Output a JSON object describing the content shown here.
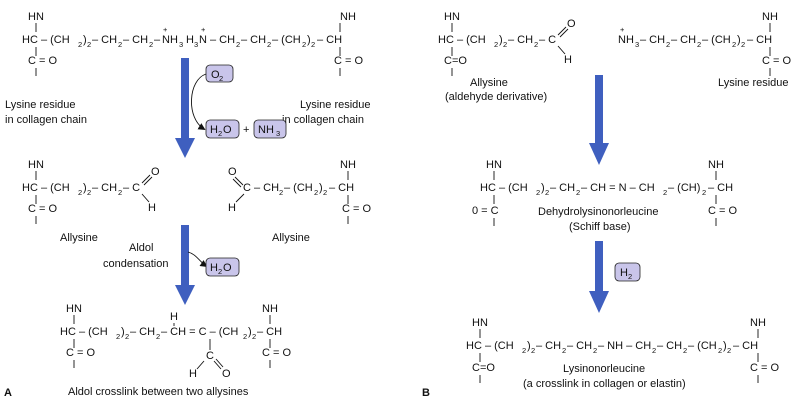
{
  "panel_a": {
    "panel_letter": "A",
    "lysine_label": "Lysine residue",
    "lysine_label_line2": "in collagen chain",
    "reagent_o2": "O",
    "reagent_h2o": "H",
    "reagent_h2o_o": "O",
    "reagent_nh3": "NH",
    "plus": "+",
    "allysine_label": "Allysine",
    "aldol_label_line1": "Aldol",
    "aldol_label_line2": "condensation",
    "product_label": "Aldol crosslink between two allysines"
  },
  "panel_b": {
    "panel_letter": "B",
    "allysine_label": "Allysine",
    "allysine_sub": "(aldehyde derivative)",
    "lysine_label": "Lysine residue",
    "schiff_label": "Dehydrolysinonorleucine",
    "schiff_sub": "(Schiff base)",
    "reagent_h2": "H",
    "final_label": "Lysinonorleucine",
    "final_sub": "(a crosslink in collagen or elastin)"
  },
  "colors": {
    "arrow": "#3f5fbf",
    "reagent_fill": "#c9c5ea"
  }
}
